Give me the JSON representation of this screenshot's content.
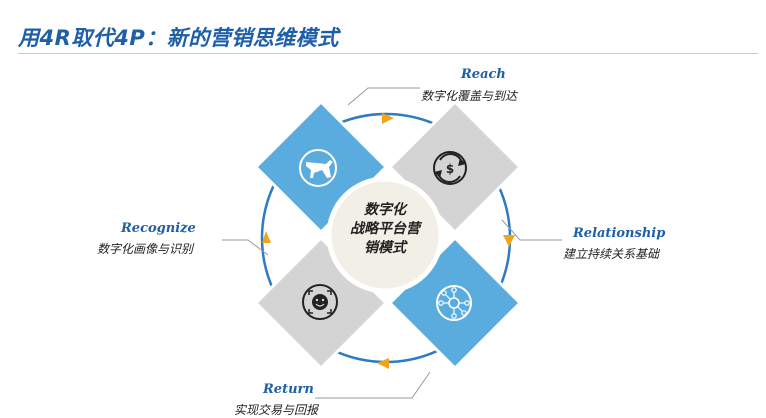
{
  "title": "用4R取代4P：新的营销思维模式",
  "center": {
    "line1": "数字化",
    "line2": "战略平台营",
    "line3": "销模式"
  },
  "items": [
    {
      "en": "Reach",
      "cn": "数字化覆盖与到达",
      "icon": "airplane-icon",
      "color": "#5aacdf"
    },
    {
      "en": "Relationship",
      "cn": "建立持续关系基础",
      "icon": "dollar-cycle-icon",
      "color": "#d4d4d4"
    },
    {
      "en": "Return",
      "cn": "实现交易与回报",
      "icon": "network-icon",
      "color": "#5aacdf"
    },
    {
      "en": "Recognize",
      "cn": "数字化画像与识别",
      "icon": "face-scan-icon",
      "color": "#d4d4d4"
    }
  ],
  "colors": {
    "accent": "#1f5fa8",
    "blue_tile": "#5aacdf",
    "gray_tile": "#d4d4d4",
    "arrow": "#f0a41c",
    "ring": "#2e7bc4"
  }
}
